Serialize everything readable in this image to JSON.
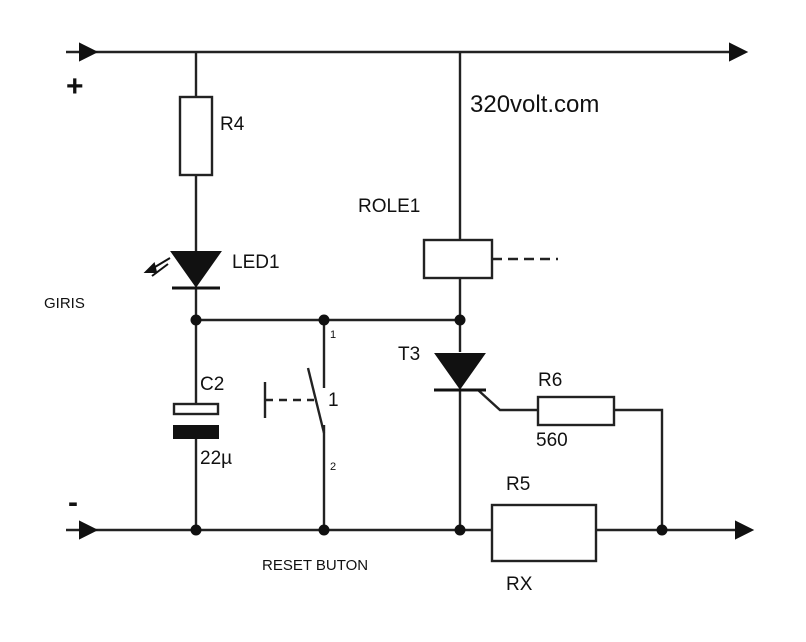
{
  "diagram": {
    "website": "320volt.com",
    "plus_sign": "+",
    "minus_sign": "-",
    "input_label": "GIRIS",
    "components": {
      "r4": "R4",
      "led1": "LED1",
      "c2": "C2",
      "c2_value": "22µ",
      "relay": "ROLE1",
      "t3": "T3",
      "r6": "R6",
      "r6_value": "560",
      "r5": "R5",
      "rx": "RX",
      "switch_pin": "1",
      "switch_pin_1": "1",
      "switch_pin_2": "2",
      "reset_button": "RESET BUTON"
    }
  }
}
